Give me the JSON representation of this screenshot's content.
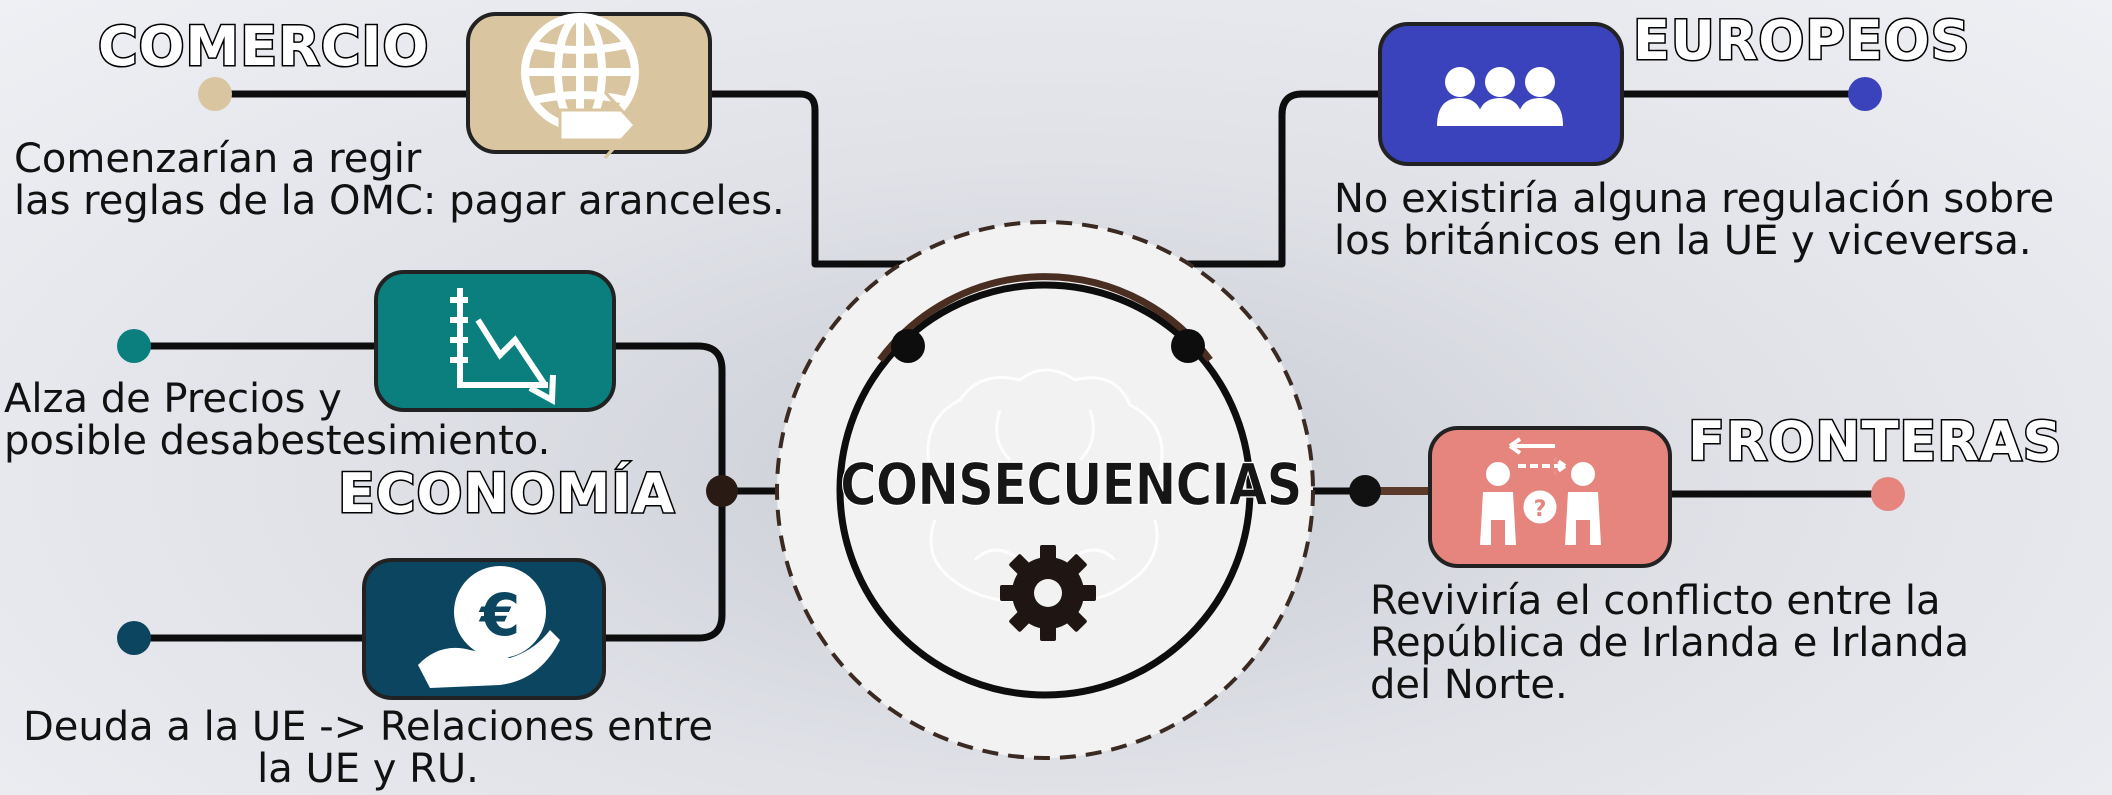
{
  "center": {
    "title": "CONSECUENCIAS",
    "icon": "gear-icon"
  },
  "nodes": [
    {
      "id": "comercio",
      "title": "COMERCIO",
      "icon": "globe-arrow-icon",
      "color": "#d9c6a0",
      "description": "Comenzarían a regir\nlas reglas de la OMC: pagar aranceles."
    },
    {
      "id": "europeos",
      "title": "EUROPEOS",
      "icon": "people-group-icon",
      "color": "#3a43bb",
      "description": "No existiría alguna regulación sobre\nlos británicos en la UE y viceversa."
    },
    {
      "id": "economia",
      "title": "ECONOMÍA",
      "color": "#1b1b1b"
    },
    {
      "id": "precios",
      "icon": "declining-chart-icon",
      "color": "#0b7e7e",
      "description": "Alza de Precios y\nposible desabestesimiento."
    },
    {
      "id": "deuda",
      "icon": "euro-hand-icon",
      "color": "#0c4560",
      "description": "Deuda a la UE -> Relaciones entre\nla UE y RU."
    },
    {
      "id": "fronteras",
      "title": "FRONTERAS",
      "icon": "border-people-icon",
      "color": "#e5857d",
      "description": "Reviviría el conflicto entre la\nRepública de Irlanda e Irlanda\ndel Norte."
    }
  ]
}
